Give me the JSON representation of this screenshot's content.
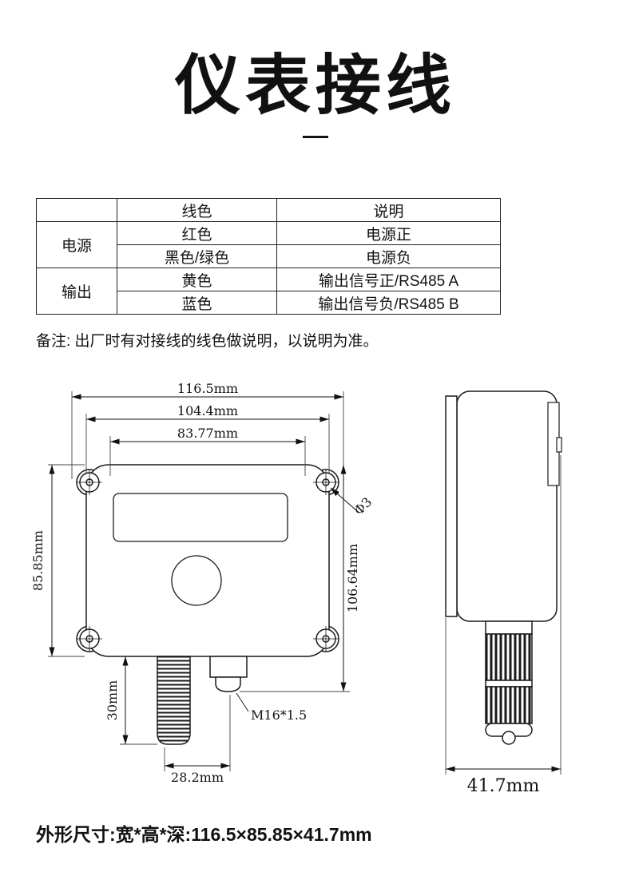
{
  "page": {
    "title": "仪表接线",
    "note": "备注: 出厂时有对接线的线色做说明，以说明为准。",
    "footer": "外形尺寸:宽*高*深:116.5×85.85×41.7mm"
  },
  "wiring_table": {
    "col_headers": [
      "",
      "线色",
      "说明"
    ],
    "groups": [
      {
        "name": "电源",
        "rows": [
          {
            "color": "红色",
            "desc": "电源正"
          },
          {
            "color": "黑色/绿色",
            "desc": "电源负"
          }
        ]
      },
      {
        "name": "输出",
        "rows": [
          {
            "color": "黄色",
            "desc": "输出信号正/RS485 A"
          },
          {
            "color": "蓝色",
            "desc": "输出信号负/RS485 B"
          }
        ]
      }
    ]
  },
  "drawing": {
    "front": {
      "width_outer": "116.5mm",
      "width_mid": "104.4mm",
      "width_inner": "83.77mm",
      "height_left": "85.85mm",
      "height_right": "106.64mm",
      "hole": "Φ3",
      "probe_length": "30mm",
      "probe_offset": "28.2mm",
      "gland_thread": "M16*1.5"
    },
    "side": {
      "depth": "41.7mm"
    }
  },
  "colors": {
    "line": "#1a1a1a",
    "text": "#111111",
    "background": "#ffffff"
  }
}
